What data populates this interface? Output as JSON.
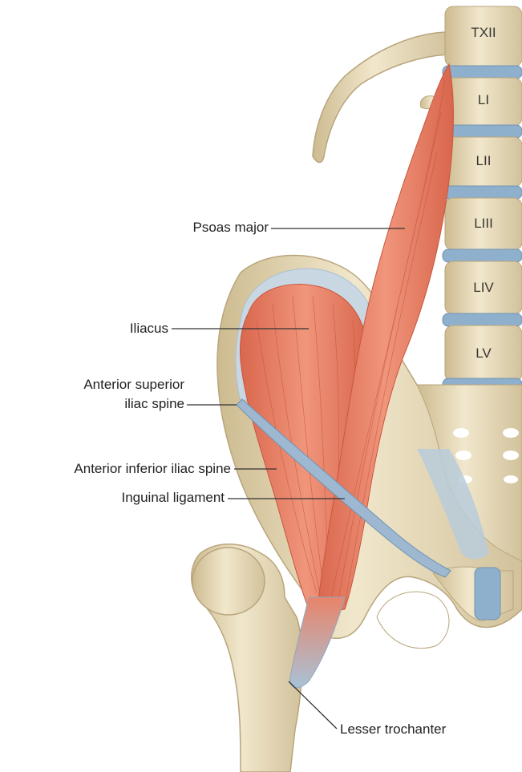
{
  "figure": {
    "vertebrae": [
      "TXII",
      "LI",
      "LII",
      "LIII",
      "LIV",
      "LV"
    ],
    "labels": {
      "psoas_major": "Psoas major",
      "iliacus": "Iliacus",
      "asis_line1": "Anterior superior",
      "asis_line2": "iliac spine",
      "aiis": "Anterior inferior iliac spine",
      "inguinal_ligament": "Inguinal ligament",
      "lesser_trochanter": "Lesser trochanter"
    },
    "colors": {
      "bone": "#e8dcbc",
      "bone_shadow": "#c9b88f",
      "muscle": "#e8846a",
      "muscle_dark": "#c9563f",
      "cartilage": "#8fb0cc",
      "ligament": "#9db8d0",
      "leader_line": "#333333"
    }
  }
}
